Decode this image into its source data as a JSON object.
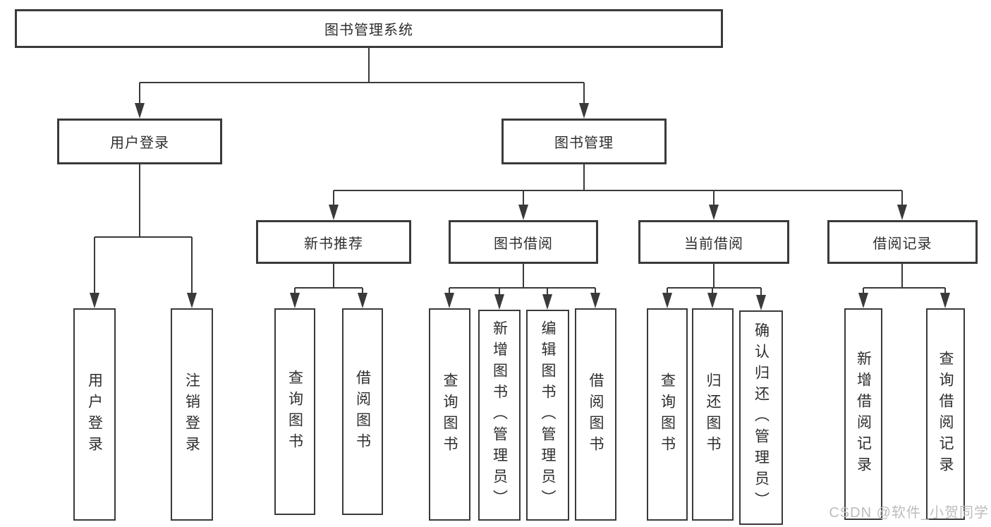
{
  "nodes": {
    "root": {
      "label": "图书管理系统"
    },
    "user_login": {
      "label": "用户登录"
    },
    "book_mgmt": {
      "label": "图书管理"
    },
    "leaf_user_login": {
      "label": "用户登录"
    },
    "leaf_logout": {
      "label": "注销登录"
    },
    "new_book_rec": {
      "label": "新书推荐"
    },
    "book_borrow": {
      "label": "图书借阅"
    },
    "current_borrow": {
      "label": "当前借阅"
    },
    "borrow_record": {
      "label": "借阅记录"
    },
    "rec_query_book": {
      "label": "查询图书"
    },
    "rec_borrow_book": {
      "label": "借阅图书"
    },
    "bb_query_book": {
      "label": "查询图书"
    },
    "bb_add_book": {
      "label": "新增图书（管理员）"
    },
    "bb_edit_book": {
      "label": "编辑图书（管理员）"
    },
    "bb_borrow_book": {
      "label": "借阅图书"
    },
    "cb_query_book": {
      "label": "查询图书"
    },
    "cb_return_book": {
      "label": "归还图书"
    },
    "cb_confirm_return": {
      "label": "确认归还（管理员）"
    },
    "br_add_record": {
      "label": "新增借阅记录"
    },
    "br_query_record": {
      "label": "查询借阅记录"
    }
  },
  "watermark": {
    "text": "CSDN @软件_小贺同学"
  },
  "colors": {
    "line": "#3a3a3a",
    "box_border": "#3a3a3a",
    "text": "#2e2e2e",
    "background": "#ffffff",
    "watermark": "#bdbdbd"
  }
}
